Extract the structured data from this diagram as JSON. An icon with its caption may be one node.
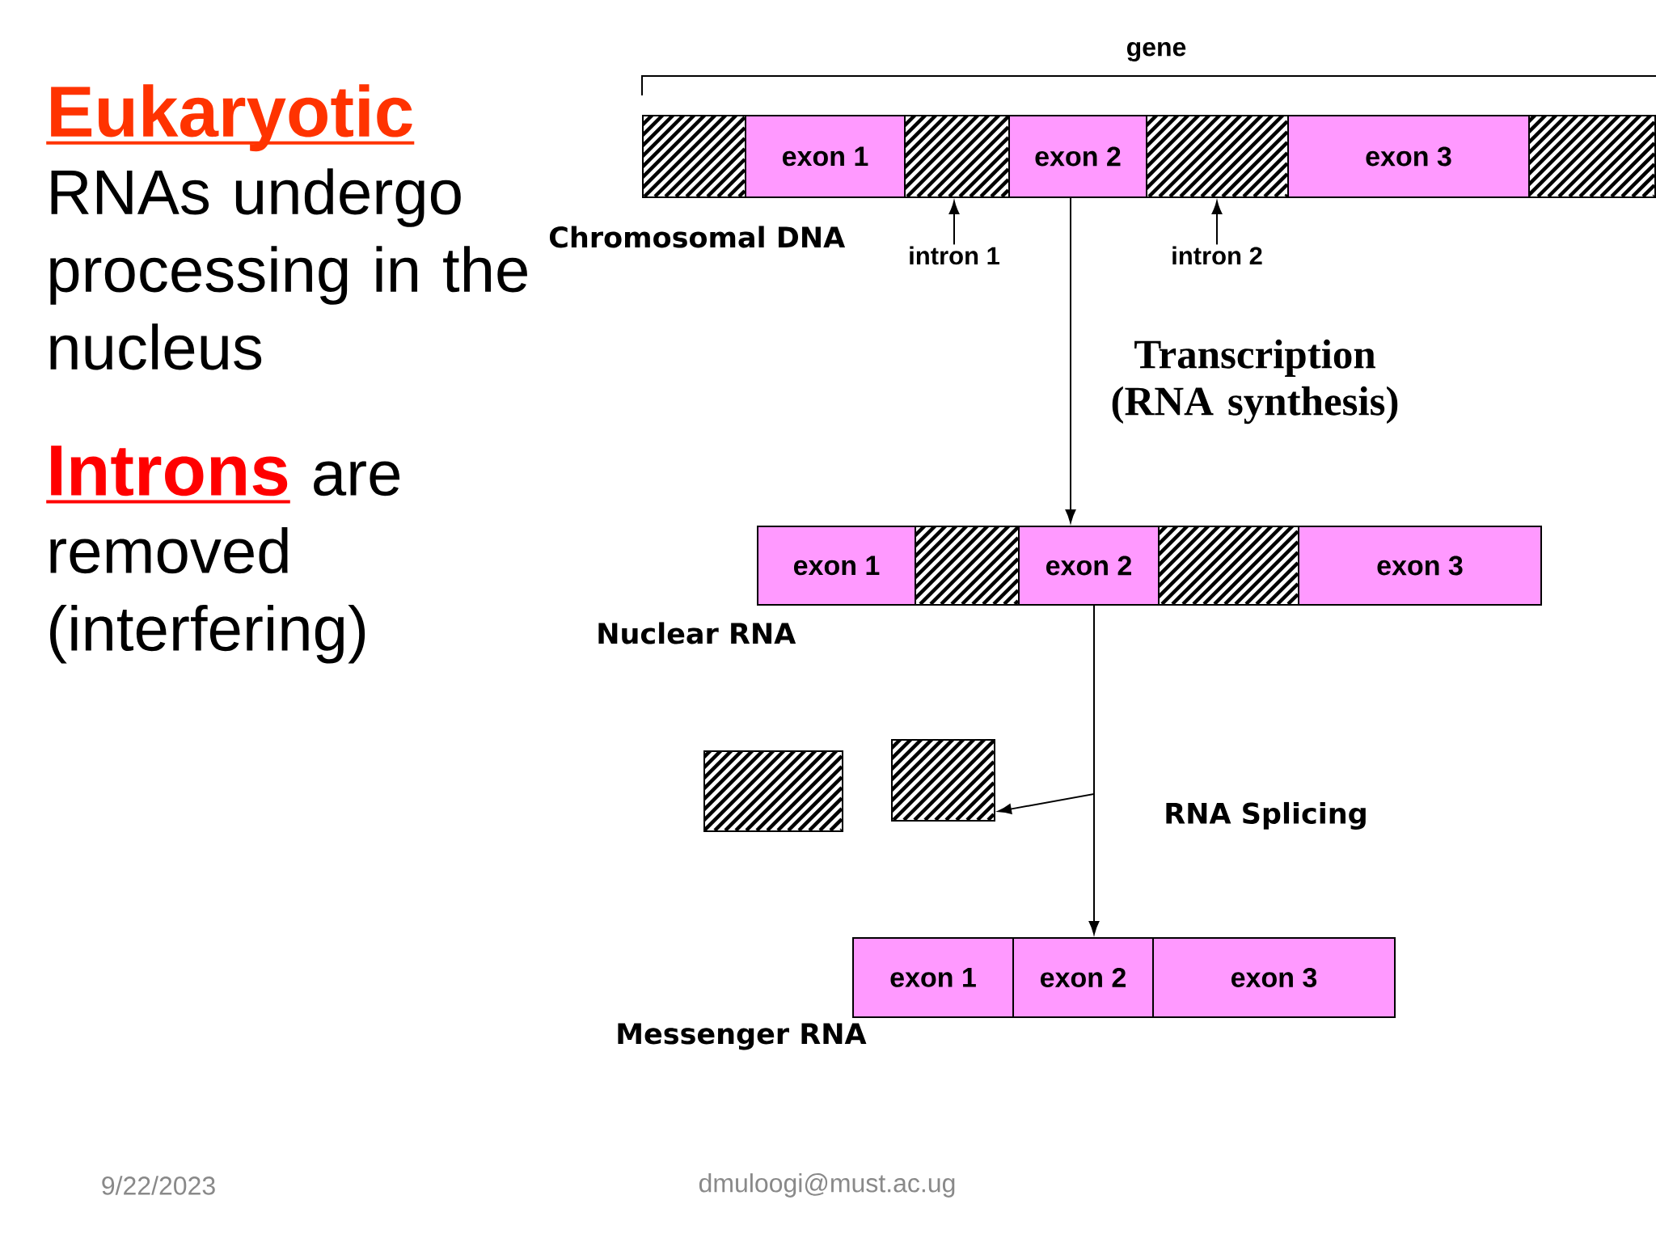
{
  "diagram": {
    "nodes": [
      {
        "text": [],
        "shape": "box"
      },
      {
        "text": [
          "exon 1"
        ]
      },
      {
        "text": [],
        "shape": "box"
      },
      {
        "text": [
          "exon 2"
        ]
      },
      {
        "text": [],
        "shape": "box"
      },
      {
        "text": [
          "exon 3"
        ]
      },
      {
        "text": [],
        "shape": "box"
      },
      {
        "text": [
          "intron 1"
        ]
      },
      {
        "text": [
          "intron 2"
        ]
      },
      {
        "text": [
          "exon 1"
        ]
      },
      {
        "text": [],
        "shape": "box"
      },
      {
        "text": [
          "exon 2"
        ]
      },
      {
        "text": [],
        "shape": "box"
      },
      {
        "text": [
          "exon 3"
        ]
      },
      {
        "text": [],
        "shape": "box"
      },
      {
        "text": [],
        "shape": "box"
      },
      {
        "text": [
          "exon 1"
        ]
      },
      {
        "text": [
          "exon 2"
        ]
      },
      {
        "text": [
          "exon 3"
        ]
      }
    ],
    "edges": [
      {
        "from": 3,
        "to": 11,
        "arrow": "to",
        "label": "Transcription (RNA synthesis)"
      },
      {
        "from": 7,
        "to": 2,
        "arrow": "to"
      },
      {
        "from": 8,
        "to": 4,
        "arrow": "to"
      },
      {
        "from": 11,
        "to": 17,
        "arrow": "to",
        "label": "RNA Splicing"
      },
      {
        "from": 11,
        "to": 15,
        "arrow": "to"
      }
    ],
    "labels": [
      "**Eukaryotic** RNAs undergo processing in the nucleus",
      "**Introns** are removed (interfering)",
      "gene",
      "Chromosomal DNA",
      "Nuclear RNA",
      "Messenger RNA",
      "9/22/2023",
      "dmuloogi@must.ac.ug"
    ]
  }
}
